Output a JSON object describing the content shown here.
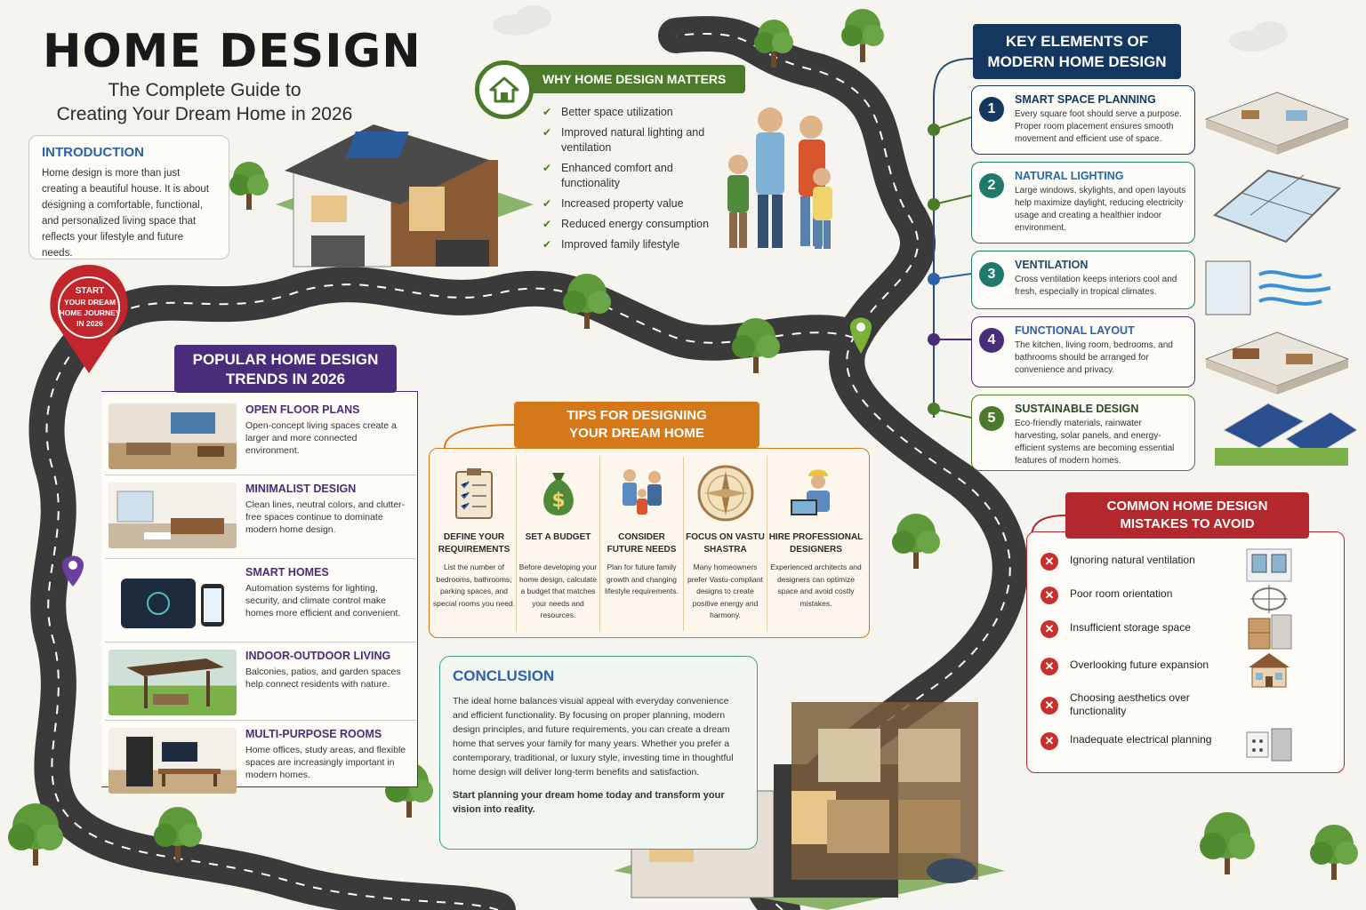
{
  "header": {
    "title": "HOME DESIGN",
    "subtitle_line1": "The Complete Guide to",
    "subtitle_line2": "Creating Your Dream Home in 2026"
  },
  "start_pin": {
    "line1": "START",
    "line2": "YOUR DREAM",
    "line3": "HOME JOURNEY",
    "line4": "IN 2026"
  },
  "introduction": {
    "heading": "INTRODUCTION",
    "body": "Home design is more than just creating a beautiful house. It is about designing a comfortable, functional, and personalized living space that reflects your lifestyle and future needs."
  },
  "why": {
    "heading": "WHY HOME DESIGN MATTERS",
    "items": [
      "Better space utilization",
      "Improved natural lighting and ventilation",
      "Enhanced comfort and functionality",
      "Increased property value",
      "Reduced energy consumption",
      "Improved family lifestyle"
    ]
  },
  "key_elements": {
    "heading_line1": "KEY ELEMENTS OF",
    "heading_line2": "MODERN HOME DESIGN",
    "items": [
      {
        "num": "1",
        "title": "SMART SPACE PLANNING",
        "desc": "Every square foot should serve a purpose. Proper room placement ensures smooth movement and efficient use of space.",
        "color": "#143760"
      },
      {
        "num": "2",
        "title": "NATURAL LIGHTING",
        "desc": "Large windows, skylights, and open layouts help maximize daylight, reducing electricity usage and creating a healthier indoor environment.",
        "color": "#1f7a6b"
      },
      {
        "num": "3",
        "title": "VENTILATION",
        "desc": "Cross ventilation keeps interiors cool and fresh, especially in tropical climates.",
        "color": "#1f7a6b"
      },
      {
        "num": "4",
        "title": "FUNCTIONAL LAYOUT",
        "desc": "The kitchen, living room, bedrooms, and bathrooms should be arranged for convenience and privacy.",
        "color": "#4a2d7a"
      },
      {
        "num": "5",
        "title": "SUSTAINABLE DESIGN",
        "desc": "Eco-friendly materials, rainwater harvesting, solar panels, and energy-efficient systems are becoming essential features of modern homes.",
        "color": "#4b7b2a"
      }
    ]
  },
  "trends": {
    "heading_line1": "POPULAR HOME DESIGN",
    "heading_line2": "TRENDS IN 2026",
    "items": [
      {
        "title": "OPEN FLOOR PLANS",
        "desc": "Open-concept living spaces create a larger and more connected environment."
      },
      {
        "title": "MINIMALIST DESIGN",
        "desc": "Clean lines, neutral colors, and clutter-free spaces continue to dominate modern home design."
      },
      {
        "title": "SMART HOMES",
        "desc": "Automation systems for lighting, security, and climate control make homes more efficient and convenient."
      },
      {
        "title": "INDOOR-OUTDOOR LIVING",
        "desc": "Balconies, patios, and garden spaces help connect residents with nature."
      },
      {
        "title": "MULTI-PURPOSE ROOMS",
        "desc": "Home offices, study areas, and flexible spaces are increasingly important in modern homes."
      }
    ]
  },
  "tips": {
    "heading_line1": "TIPS FOR DESIGNING",
    "heading_line2": "YOUR DREAM HOME",
    "items": [
      {
        "title": "DEFINE YOUR REQUIREMENTS",
        "desc": "List the number of bedrooms, bathrooms, parking spaces, and special rooms you need."
      },
      {
        "title": "SET A BUDGET",
        "desc": "Before developing your home design, calculate a budget that matches your needs and resources."
      },
      {
        "title": "CONSIDER FUTURE NEEDS",
        "desc": "Plan for future family growth and changing lifestyle requirements."
      },
      {
        "title": "FOCUS ON VASTU SHASTRA",
        "desc": "Many homeowners prefer Vastu-compliant designs to create positive energy and harmony."
      },
      {
        "title": "HIRE PROFESSIONAL DESIGNERS",
        "desc": "Experienced architects and designers can optimize space and avoid costly mistakes."
      }
    ]
  },
  "conclusion": {
    "heading": "CONCLUSION",
    "body": "The ideal home balances visual appeal with everyday convenience and efficient functionality. By focusing on proper planning, modern design principles, and future requirements, you can create a dream home that serves your family for many years. Whether you prefer a contemporary, traditional, or luxury style, investing time in thoughtful home design will deliver long-term benefits and satisfaction.",
    "cta": "Start planning your dream home today and transform your vision into reality."
  },
  "mistakes": {
    "heading_line1": "COMMON HOME DESIGN",
    "heading_line2": "MISTAKES TO AVOID",
    "items": [
      "Ignoring natural ventilation",
      "Poor room orientation",
      "Insufficient storage space",
      "Overlooking future expansion",
      "Choosing aesthetics over functionality",
      "Inadequate electrical planning"
    ]
  },
  "colors": {
    "purple": "#4a2d7a",
    "green": "#4b7b2a",
    "navy": "#143760",
    "orange": "#d4781a",
    "red": "#b2282c",
    "road": "#3a3a3a"
  }
}
